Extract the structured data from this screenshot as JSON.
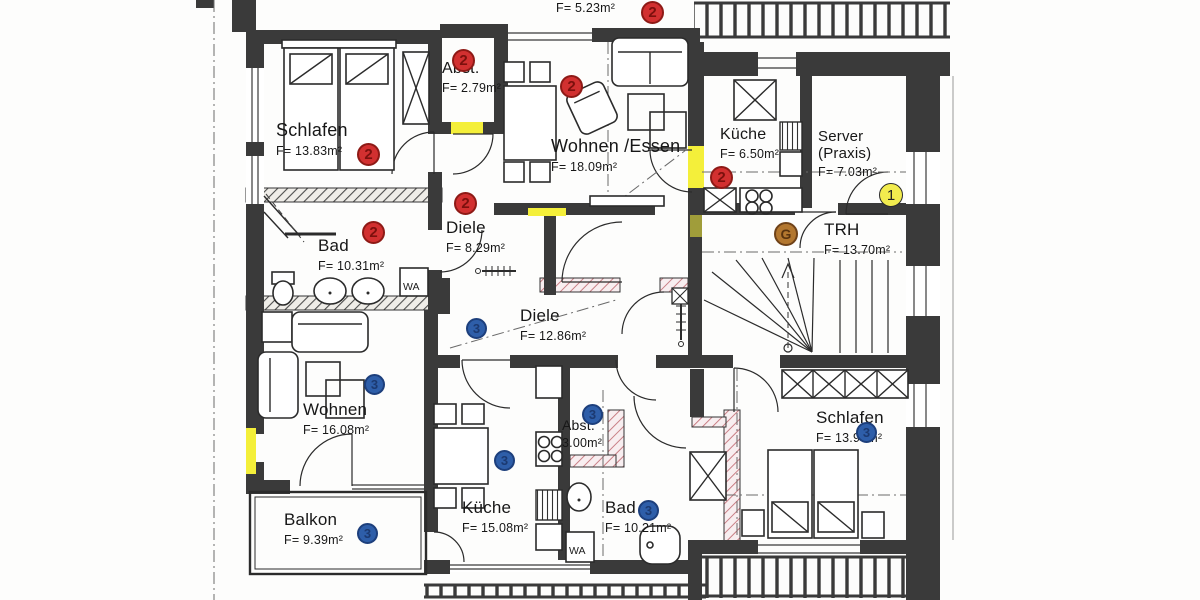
{
  "rooms": [
    {
      "name": "",
      "area": "F= 5.23m²"
    },
    {
      "name": "Schlafen",
      "area": "F= 13.83m²"
    },
    {
      "name": "Abst.",
      "area": "F= 2.79m²"
    },
    {
      "name": "Wohnen /Essen",
      "area": "F= 18.09m²"
    },
    {
      "name": "Küche",
      "area": "F= 6.50m²"
    },
    {
      "name": "Server",
      "name2": "(Praxis)",
      "area": "F= 7.03m²"
    },
    {
      "name": "TRH",
      "area": "F= 13.70m²"
    },
    {
      "name": "Bad",
      "area": "F= 10.31m²"
    },
    {
      "name": "Diele",
      "area": "F= 8.29m²"
    },
    {
      "name": "Diele",
      "area": "F= 12.86m²"
    },
    {
      "name": "Wohnen",
      "area": "F= 16.08m²"
    },
    {
      "name": "Balkon",
      "area": "F= 9.39m²"
    },
    {
      "name": "Küche",
      "area": "F= 15.08m²"
    },
    {
      "name": "Abst.",
      "area": "3.00m²"
    },
    {
      "name": "Bad",
      "area": "F= 10.21m²"
    },
    {
      "name": "Schlafen",
      "area": "F= 13.97m²"
    }
  ],
  "markers": {
    "red": {
      "label": "2",
      "color": "#d23030"
    },
    "blue": {
      "label": "3",
      "color": "#2e5ea9"
    },
    "yellow": {
      "label": "1",
      "color": "#f2ec4e"
    },
    "brown": {
      "label": "G",
      "color": "#b3772f"
    }
  },
  "labels": {
    "washing_machine": "WA"
  },
  "colors": {
    "wall": "#3a3a3a",
    "highlight_yellow": "#f4ef3a",
    "hatch_red": "#c4737a"
  }
}
